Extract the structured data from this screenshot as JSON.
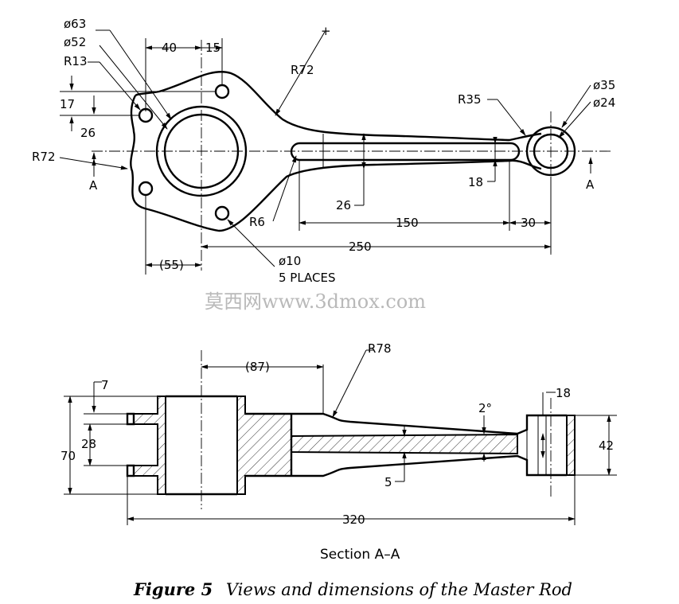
{
  "top_view": {
    "labels": {
      "d63": "ø63",
      "d52": "ø52",
      "r13": "R13",
      "r72_top": "R72",
      "r72_left": "R72",
      "r35": "R35",
      "d35": "ø35",
      "d24": "ø24",
      "dim40": "40",
      "dim15": "15",
      "dim17": "17",
      "dim26": "26",
      "section_left": "A",
      "section_right": "A",
      "r6": "R6",
      "dim26b": "26",
      "dim18": "18",
      "dim150": "150",
      "dim30": "30",
      "dim250": "250",
      "dim55": "(55)",
      "hole_dia": "ø10",
      "hole_count": "5 PLACES"
    }
  },
  "watermark": "莫西网www.3dmox.com",
  "section_view": {
    "labels": {
      "dim87": "(87)",
      "r78": "R78",
      "dim7": "7",
      "dim28": "28",
      "dim70": "70",
      "dim2deg": "2°",
      "dim18": "18",
      "dim42": "42",
      "dim5": "5",
      "dim320": "320"
    },
    "title": "Section A–A"
  },
  "caption": {
    "figure": "Figure 5",
    "text": "Views and dimensions of the Master Rod"
  }
}
